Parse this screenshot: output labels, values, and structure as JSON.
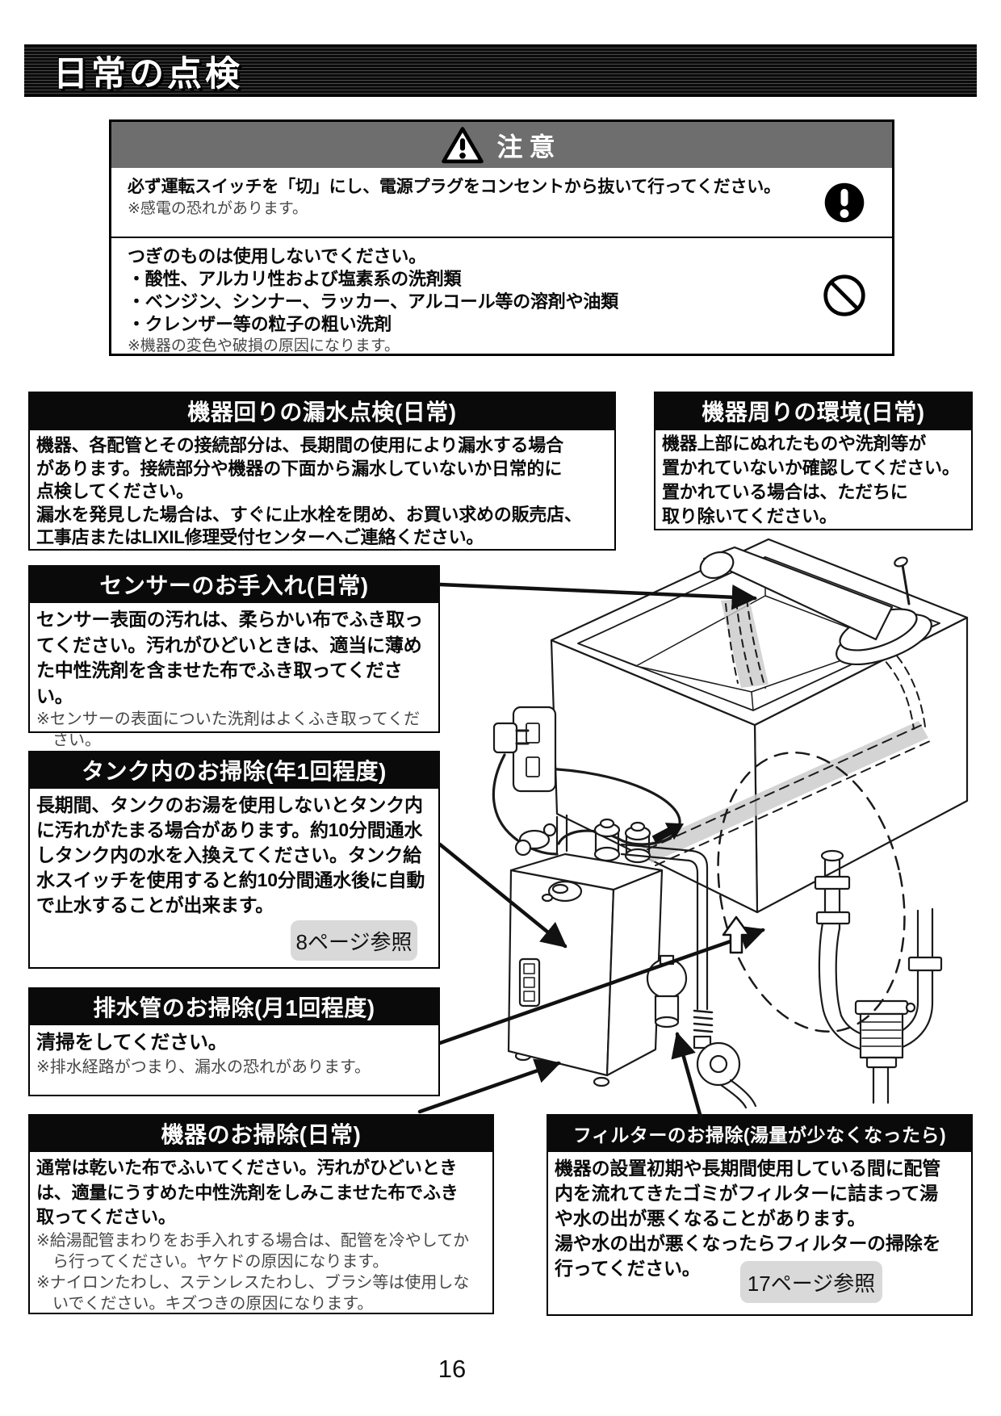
{
  "page": {
    "number": "16"
  },
  "banner": {
    "title": "日常の点検"
  },
  "caution": {
    "title": "注意",
    "items": [
      {
        "text": "必ず運転スイッチを「切」にし、電源プラグをコンセントから抜いて行ってください。",
        "note": "※感電の恐れがあります。",
        "icon": "mandatory-icon"
      },
      {
        "text": "つぎのものは使用しないでください。\n・酸性、アルカリ性および塩素系の洗剤類\n・ベンジン、シンナー、ラッカー、アルコール等の溶剤や油類\n・クレンザー等の粒子の粗い洗剤",
        "note": "※機器の変色や破損の原因になります。",
        "icon": "prohibition-icon"
      }
    ]
  },
  "sections": {
    "leak": {
      "title": "機器回りの漏水点検(日常)",
      "body": "機器、各配管とその接続部分は、長期間の使用により漏水する場合\nがあります。接続部分や機器の下面から漏水していないか日常的に\n点検してください。\n漏水を発見した場合は、すぐに止水栓を閉め、お買い求めの販売店、\n工事店またはLIXIL修理受付センターへご連絡ください。"
    },
    "environment": {
      "title": "機器周りの環境(日常)",
      "body": "機器上部にぬれたものや洗剤等が\n置かれていないか確認してください。\n置かれている場合は、ただちに\n取り除いてください。"
    },
    "sensor": {
      "title": "センサーのお手入れ(日常)",
      "body": "センサー表面の汚れは、柔らかい布でふき取っ\nてください。汚れがひどいときは、適当に薄め\nた中性洗剤を含ませた布でふき取ってください。",
      "note": "※センサーの表面についた洗剤はよくふき取ってくだ\n　さい。"
    },
    "tank": {
      "title": "タンク内のお掃除(年1回程度)",
      "body": "長期間、タンクのお湯を使用しないとタンク内\nに汚れがたまる場合があります。約10分間通水\nしタンク内の水を入換えてください。タンク給\n水スイッチを使用すると約10分間通水後に自動\nで止水することが出来ます。",
      "button": "8ページ参照"
    },
    "drain": {
      "title": "排水管のお掃除(月1回程度)",
      "body": "清掃をしてください。",
      "note": "※排水経路がつまり、漏水の恐れがあります。"
    },
    "device_clean": {
      "title": "機器のお掃除(日常)",
      "body": "通常は乾いた布でふいてください。汚れがひどいとき\nは、適量にうすめた中性洗剤をしみこませた布でふき\n取ってください。",
      "note": "※給湯配管まわりをお手入れする場合は、配管を冷やしてか\n　ら行ってください。ヤケドの原因になります。\n※ナイロンたわし、ステンレスたわし、ブラシ等は使用しな\n　いでください。キズつきの原因になります。"
    },
    "filter": {
      "title": "フィルターのお掃除(湯量が少なくなったら)",
      "body": "機器の設置初期や長期間使用している間に配管\n内を流れてきたゴミがフィルターに詰まって湯\nや水の出が悪くなることがあります。\n湯や水の出が悪くなったらフィルターの掃除を\n行ってください。",
      "button": "17ページ参照"
    }
  },
  "colors": {
    "header_bar": "#0a0a0a",
    "caution_header": "#6e6e6e",
    "button_bg": "#d9d9d9",
    "note_text": "#474747",
    "water_band": "#c9c9c9"
  }
}
